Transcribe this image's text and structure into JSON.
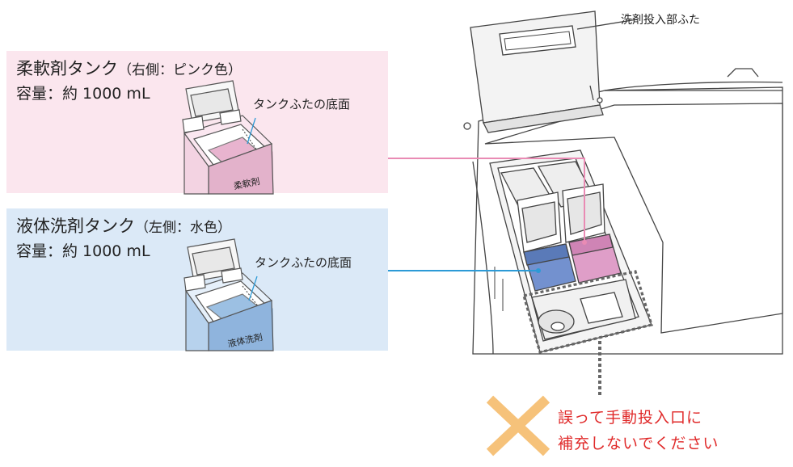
{
  "softener": {
    "title": "柔軟剤タンク",
    "side_note": "（右側：ピンク色）",
    "capacity": "容量：約 1000 mL",
    "lid_bottom_label": "タンクふたの底面",
    "tank_label": "柔軟剤",
    "color": "#e98bb4"
  },
  "detergent": {
    "title": "液体洗剤タンク",
    "side_note": "（左側：水色）",
    "capacity": "容量：約 1000 mL",
    "lid_bottom_label": "タンクふたの底面",
    "tank_label": "液体洗剤",
    "color": "#2c9ad6"
  },
  "machine": {
    "lid_label": "洗剤投入部ふた"
  },
  "warning": {
    "line1": "誤って手動投入口に",
    "line2": "補充しないでください",
    "icon": "cross-icon",
    "text_color": "#e02a2a",
    "icon_color": "#f6c27a"
  }
}
